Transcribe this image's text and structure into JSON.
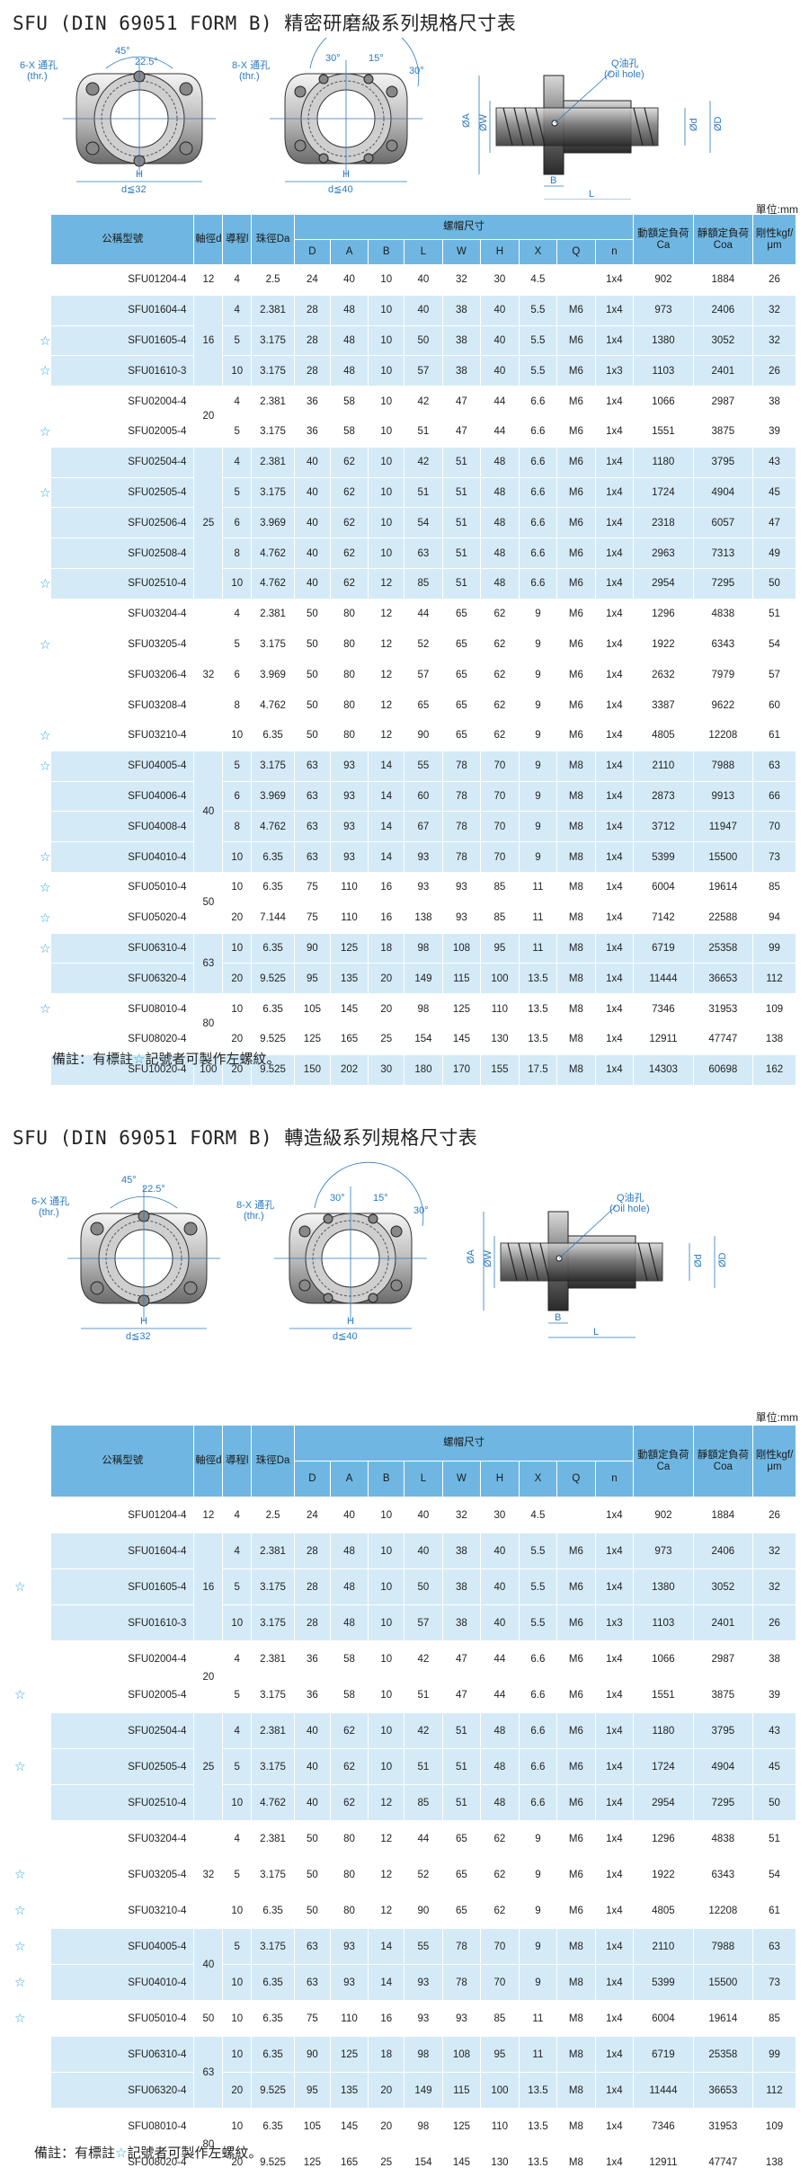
{
  "section1": {
    "title": "SFU (DIN 69051 FORM B) 精密研磨級系列規格尺寸表",
    "unit": "單位:mm",
    "note_prefix": "備註：有標註",
    "note_star": "☆",
    "note_suffix": "記號者可製作左螺紋。"
  },
  "section2": {
    "title": "SFU (DIN 69051 FORM B) 轉造級系列規格尺寸表",
    "unit": "單位:mm",
    "note_prefix": "備註：有標註",
    "note_star": "☆",
    "note_suffix": "記號者可製作左螺紋。"
  },
  "drawing_labels": {
    "thr6": "6-X 通孔",
    "thr6b": "(thr.)",
    "thr8": "8-X 通孔",
    "thr8b": "(thr.)",
    "ang45": "45°",
    "ang225": "22.5°",
    "ang30a": "30°",
    "ang15": "15°",
    "ang30b": "30°",
    "H": "H",
    "d32": "d≦32",
    "d40": "d≦40",
    "oil": "Q油孔",
    "oil2": "(Oil hole)",
    "phiA": "ØA",
    "phiW": "ØW",
    "phid": "Ød",
    "phiD": "ØD",
    "B": "B",
    "L": "L"
  },
  "headers": {
    "model": "公稱型號",
    "shaft": "軸徑d",
    "lead": "導程l",
    "ball": "珠徑Da",
    "nut": "螺帽尺寸",
    "cols": [
      "D",
      "A",
      "B",
      "L",
      "W",
      "H",
      "X",
      "Q",
      "n"
    ],
    "ca": "動額定負荷Ca",
    "coa": "靜額定負荷Coa",
    "rig": "剛性kgf/μm"
  },
  "table1": [
    {
      "model": "SFU01204-4",
      "d": "12",
      "l": "4",
      "da": "2.5",
      "D": "24",
      "A": "40",
      "B": "10",
      "L": "40",
      "W": "32",
      "H": "30",
      "X": "4.5",
      "Q": "",
      "n": "1x4",
      "ca": "902",
      "coa": "1884",
      "rig": "26",
      "star": false
    },
    {
      "model": "SFU01604-4",
      "d": "16",
      "l": "4",
      "da": "2.381",
      "D": "28",
      "A": "48",
      "B": "10",
      "L": "40",
      "W": "38",
      "H": "40",
      "X": "5.5",
      "Q": "M6",
      "n": "1x4",
      "ca": "973",
      "coa": "2406",
      "rig": "32",
      "star": false
    },
    {
      "model": "SFU01605-4",
      "d": "",
      "l": "5",
      "da": "3.175",
      "D": "28",
      "A": "48",
      "B": "10",
      "L": "50",
      "W": "38",
      "H": "40",
      "X": "5.5",
      "Q": "M6",
      "n": "1x4",
      "ca": "1380",
      "coa": "3052",
      "rig": "32",
      "star": true
    },
    {
      "model": "SFU01610-3",
      "d": "",
      "l": "10",
      "da": "3.175",
      "D": "28",
      "A": "48",
      "B": "10",
      "L": "57",
      "W": "38",
      "H": "40",
      "X": "5.5",
      "Q": "M6",
      "n": "1x3",
      "ca": "1103",
      "coa": "2401",
      "rig": "26",
      "star": true
    },
    {
      "model": "SFU02004-4",
      "d": "20",
      "l": "4",
      "da": "2.381",
      "D": "36",
      "A": "58",
      "B": "10",
      "L": "42",
      "W": "47",
      "H": "44",
      "X": "6.6",
      "Q": "M6",
      "n": "1x4",
      "ca": "1066",
      "coa": "2987",
      "rig": "38",
      "star": false
    },
    {
      "model": "SFU02005-4",
      "d": "",
      "l": "5",
      "da": "3.175",
      "D": "36",
      "A": "58",
      "B": "10",
      "L": "51",
      "W": "47",
      "H": "44",
      "X": "6.6",
      "Q": "M6",
      "n": "1x4",
      "ca": "1551",
      "coa": "3875",
      "rig": "39",
      "star": true
    },
    {
      "model": "SFU02504-4",
      "d": "25",
      "l": "4",
      "da": "2.381",
      "D": "40",
      "A": "62",
      "B": "10",
      "L": "42",
      "W": "51",
      "H": "48",
      "X": "6.6",
      "Q": "M6",
      "n": "1x4",
      "ca": "1180",
      "coa": "3795",
      "rig": "43",
      "star": false
    },
    {
      "model": "SFU02505-4",
      "d": "",
      "l": "5",
      "da": "3.175",
      "D": "40",
      "A": "62",
      "B": "10",
      "L": "51",
      "W": "51",
      "H": "48",
      "X": "6.6",
      "Q": "M6",
      "n": "1x4",
      "ca": "1724",
      "coa": "4904",
      "rig": "45",
      "star": true
    },
    {
      "model": "SFU02506-4",
      "d": "",
      "l": "6",
      "da": "3.969",
      "D": "40",
      "A": "62",
      "B": "10",
      "L": "54",
      "W": "51",
      "H": "48",
      "X": "6.6",
      "Q": "M6",
      "n": "1x4",
      "ca": "2318",
      "coa": "6057",
      "rig": "47",
      "star": false
    },
    {
      "model": "SFU02508-4",
      "d": "",
      "l": "8",
      "da": "4.762",
      "D": "40",
      "A": "62",
      "B": "10",
      "L": "63",
      "W": "51",
      "H": "48",
      "X": "6.6",
      "Q": "M6",
      "n": "1x4",
      "ca": "2963",
      "coa": "7313",
      "rig": "49",
      "star": false
    },
    {
      "model": "SFU02510-4",
      "d": "",
      "l": "10",
      "da": "4.762",
      "D": "40",
      "A": "62",
      "B": "12",
      "L": "85",
      "W": "51",
      "H": "48",
      "X": "6.6",
      "Q": "M6",
      "n": "1x4",
      "ca": "2954",
      "coa": "7295",
      "rig": "50",
      "star": true
    },
    {
      "model": "SFU03204-4",
      "d": "32",
      "l": "4",
      "da": "2.381",
      "D": "50",
      "A": "80",
      "B": "12",
      "L": "44",
      "W": "65",
      "H": "62",
      "X": "9",
      "Q": "M6",
      "n": "1x4",
      "ca": "1296",
      "coa": "4838",
      "rig": "51",
      "star": false
    },
    {
      "model": "SFU03205-4",
      "d": "",
      "l": "5",
      "da": "3.175",
      "D": "50",
      "A": "80",
      "B": "12",
      "L": "52",
      "W": "65",
      "H": "62",
      "X": "9",
      "Q": "M6",
      "n": "1x4",
      "ca": "1922",
      "coa": "6343",
      "rig": "54",
      "star": true
    },
    {
      "model": "SFU03206-4",
      "d": "",
      "l": "6",
      "da": "3.969",
      "D": "50",
      "A": "80",
      "B": "12",
      "L": "57",
      "W": "65",
      "H": "62",
      "X": "9",
      "Q": "M6",
      "n": "1x4",
      "ca": "2632",
      "coa": "7979",
      "rig": "57",
      "star": false
    },
    {
      "model": "SFU03208-4",
      "d": "",
      "l": "8",
      "da": "4.762",
      "D": "50",
      "A": "80",
      "B": "12",
      "L": "65",
      "W": "65",
      "H": "62",
      "X": "9",
      "Q": "M6",
      "n": "1x4",
      "ca": "3387",
      "coa": "9622",
      "rig": "60",
      "star": false
    },
    {
      "model": "SFU03210-4",
      "d": "",
      "l": "10",
      "da": "6.35",
      "D": "50",
      "A": "80",
      "B": "12",
      "L": "90",
      "W": "65",
      "H": "62",
      "X": "9",
      "Q": "M6",
      "n": "1x4",
      "ca": "4805",
      "coa": "12208",
      "rig": "61",
      "star": true
    },
    {
      "model": "SFU04005-4",
      "d": "40",
      "l": "5",
      "da": "3.175",
      "D": "63",
      "A": "93",
      "B": "14",
      "L": "55",
      "W": "78",
      "H": "70",
      "X": "9",
      "Q": "M8",
      "n": "1x4",
      "ca": "2110",
      "coa": "7988",
      "rig": "63",
      "star": true
    },
    {
      "model": "SFU04006-4",
      "d": "",
      "l": "6",
      "da": "3.969",
      "D": "63",
      "A": "93",
      "B": "14",
      "L": "60",
      "W": "78",
      "H": "70",
      "X": "9",
      "Q": "M8",
      "n": "1x4",
      "ca": "2873",
      "coa": "9913",
      "rig": "66",
      "star": false
    },
    {
      "model": "SFU04008-4",
      "d": "",
      "l": "8",
      "da": "4.762",
      "D": "63",
      "A": "93",
      "B": "14",
      "L": "67",
      "W": "78",
      "H": "70",
      "X": "9",
      "Q": "M8",
      "n": "1x4",
      "ca": "3712",
      "coa": "11947",
      "rig": "70",
      "star": false
    },
    {
      "model": "SFU04010-4",
      "d": "",
      "l": "10",
      "da": "6.35",
      "D": "63",
      "A": "93",
      "B": "14",
      "L": "93",
      "W": "78",
      "H": "70",
      "X": "9",
      "Q": "M8",
      "n": "1x4",
      "ca": "5399",
      "coa": "15500",
      "rig": "73",
      "star": true
    },
    {
      "model": "SFU05010-4",
      "d": "50",
      "l": "10",
      "da": "6.35",
      "D": "75",
      "A": "110",
      "B": "16",
      "L": "93",
      "W": "93",
      "H": "85",
      "X": "11",
      "Q": "M8",
      "n": "1x4",
      "ca": "6004",
      "coa": "19614",
      "rig": "85",
      "star": true
    },
    {
      "model": "SFU05020-4",
      "d": "",
      "l": "20",
      "da": "7.144",
      "D": "75",
      "A": "110",
      "B": "16",
      "L": "138",
      "W": "93",
      "H": "85",
      "X": "11",
      "Q": "M8",
      "n": "1x4",
      "ca": "7142",
      "coa": "22588",
      "rig": "94",
      "star": true
    },
    {
      "model": "SFU06310-4",
      "d": "63",
      "l": "10",
      "da": "6.35",
      "D": "90",
      "A": "125",
      "B": "18",
      "L": "98",
      "W": "108",
      "H": "95",
      "X": "11",
      "Q": "M8",
      "n": "1x4",
      "ca": "6719",
      "coa": "25358",
      "rig": "99",
      "star": true
    },
    {
      "model": "SFU06320-4",
      "d": "",
      "l": "20",
      "da": "9.525",
      "D": "95",
      "A": "135",
      "B": "20",
      "L": "149",
      "W": "115",
      "H": "100",
      "X": "13.5",
      "Q": "M8",
      "n": "1x4",
      "ca": "11444",
      "coa": "36653",
      "rig": "112",
      "star": false
    },
    {
      "model": "SFU08010-4",
      "d": "80",
      "l": "10",
      "da": "6.35",
      "D": "105",
      "A": "145",
      "B": "20",
      "L": "98",
      "W": "125",
      "H": "110",
      "X": "13.5",
      "Q": "M8",
      "n": "1x4",
      "ca": "7346",
      "coa": "31953",
      "rig": "109",
      "star": true
    },
    {
      "model": "SFU08020-4",
      "d": "",
      "l": "20",
      "da": "9.525",
      "D": "125",
      "A": "165",
      "B": "25",
      "L": "154",
      "W": "145",
      "H": "130",
      "X": "13.5",
      "Q": "M8",
      "n": "1x4",
      "ca": "12911",
      "coa": "47747",
      "rig": "138",
      "star": false
    },
    {
      "model": "SFU10020-4",
      "d": "100",
      "l": "20",
      "da": "9.525",
      "D": "150",
      "A": "202",
      "B": "30",
      "L": "180",
      "W": "170",
      "H": "155",
      "X": "17.5",
      "Q": "M8",
      "n": "1x4",
      "ca": "14303",
      "coa": "60698",
      "rig": "162",
      "star": false
    }
  ],
  "table2": [
    {
      "model": "SFU01204-4",
      "d": "12",
      "l": "4",
      "da": "2.5",
      "D": "24",
      "A": "40",
      "B": "10",
      "L": "40",
      "W": "32",
      "H": "30",
      "X": "4.5",
      "Q": "",
      "n": "1x4",
      "ca": "902",
      "coa": "1884",
      "rig": "26",
      "star": false
    },
    {
      "model": "SFU01604-4",
      "d": "16",
      "l": "4",
      "da": "2.381",
      "D": "28",
      "A": "48",
      "B": "10",
      "L": "40",
      "W": "38",
      "H": "40",
      "X": "5.5",
      "Q": "M6",
      "n": "1x4",
      "ca": "973",
      "coa": "2406",
      "rig": "32",
      "star": false
    },
    {
      "model": "SFU01605-4",
      "d": "",
      "l": "5",
      "da": "3.175",
      "D": "28",
      "A": "48",
      "B": "10",
      "L": "50",
      "W": "38",
      "H": "40",
      "X": "5.5",
      "Q": "M6",
      "n": "1x4",
      "ca": "1380",
      "coa": "3052",
      "rig": "32",
      "star": true
    },
    {
      "model": "SFU01610-3",
      "d": "",
      "l": "10",
      "da": "3.175",
      "D": "28",
      "A": "48",
      "B": "10",
      "L": "57",
      "W": "38",
      "H": "40",
      "X": "5.5",
      "Q": "M6",
      "n": "1x3",
      "ca": "1103",
      "coa": "2401",
      "rig": "26",
      "star": false
    },
    {
      "model": "SFU02004-4",
      "d": "20",
      "l": "4",
      "da": "2.381",
      "D": "36",
      "A": "58",
      "B": "10",
      "L": "42",
      "W": "47",
      "H": "44",
      "X": "6.6",
      "Q": "M6",
      "n": "1x4",
      "ca": "1066",
      "coa": "2987",
      "rig": "38",
      "star": false
    },
    {
      "model": "SFU02005-4",
      "d": "",
      "l": "5",
      "da": "3.175",
      "D": "36",
      "A": "58",
      "B": "10",
      "L": "51",
      "W": "47",
      "H": "44",
      "X": "6.6",
      "Q": "M6",
      "n": "1x4",
      "ca": "1551",
      "coa": "3875",
      "rig": "39",
      "star": true
    },
    {
      "model": "SFU02504-4",
      "d": "25",
      "l": "4",
      "da": "2.381",
      "D": "40",
      "A": "62",
      "B": "10",
      "L": "42",
      "W": "51",
      "H": "48",
      "X": "6.6",
      "Q": "M6",
      "n": "1x4",
      "ca": "1180",
      "coa": "3795",
      "rig": "43",
      "star": false
    },
    {
      "model": "SFU02505-4",
      "d": "",
      "l": "5",
      "da": "3.175",
      "D": "40",
      "A": "62",
      "B": "10",
      "L": "51",
      "W": "51",
      "H": "48",
      "X": "6.6",
      "Q": "M6",
      "n": "1x4",
      "ca": "1724",
      "coa": "4904",
      "rig": "45",
      "star": true
    },
    {
      "model": "SFU02510-4",
      "d": "",
      "l": "10",
      "da": "4.762",
      "D": "40",
      "A": "62",
      "B": "12",
      "L": "85",
      "W": "51",
      "H": "48",
      "X": "6.6",
      "Q": "M6",
      "n": "1x4",
      "ca": "2954",
      "coa": "7295",
      "rig": "50",
      "star": false
    },
    {
      "model": "SFU03204-4",
      "d": "32",
      "l": "4",
      "da": "2.381",
      "D": "50",
      "A": "80",
      "B": "12",
      "L": "44",
      "W": "65",
      "H": "62",
      "X": "9",
      "Q": "M6",
      "n": "1x4",
      "ca": "1296",
      "coa": "4838",
      "rig": "51",
      "star": false
    },
    {
      "model": "SFU03205-4",
      "d": "",
      "l": "5",
      "da": "3.175",
      "D": "50",
      "A": "80",
      "B": "12",
      "L": "52",
      "W": "65",
      "H": "62",
      "X": "9",
      "Q": "M6",
      "n": "1x4",
      "ca": "1922",
      "coa": "6343",
      "rig": "54",
      "star": true
    },
    {
      "model": "SFU03210-4",
      "d": "",
      "l": "10",
      "da": "6.35",
      "D": "50",
      "A": "80",
      "B": "12",
      "L": "90",
      "W": "65",
      "H": "62",
      "X": "9",
      "Q": "M6",
      "n": "1x4",
      "ca": "4805",
      "coa": "12208",
      "rig": "61",
      "star": true
    },
    {
      "model": "SFU04005-4",
      "d": "40",
      "l": "5",
      "da": "3.175",
      "D": "63",
      "A": "93",
      "B": "14",
      "L": "55",
      "W": "78",
      "H": "70",
      "X": "9",
      "Q": "M8",
      "n": "1x4",
      "ca": "2110",
      "coa": "7988",
      "rig": "63",
      "star": true
    },
    {
      "model": "SFU04010-4",
      "d": "",
      "l": "10",
      "da": "6.35",
      "D": "63",
      "A": "93",
      "B": "14",
      "L": "93",
      "W": "78",
      "H": "70",
      "X": "9",
      "Q": "M8",
      "n": "1x4",
      "ca": "5399",
      "coa": "15500",
      "rig": "73",
      "star": true
    },
    {
      "model": "SFU05010-4",
      "d": "50",
      "l": "10",
      "da": "6.35",
      "D": "75",
      "A": "110",
      "B": "16",
      "L": "93",
      "W": "93",
      "H": "85",
      "X": "11",
      "Q": "M8",
      "n": "1x4",
      "ca": "6004",
      "coa": "19614",
      "rig": "85",
      "star": true
    },
    {
      "model": "SFU06310-4",
      "d": "63",
      "l": "10",
      "da": "6.35",
      "D": "90",
      "A": "125",
      "B": "18",
      "L": "98",
      "W": "108",
      "H": "95",
      "X": "11",
      "Q": "M8",
      "n": "1x4",
      "ca": "6719",
      "coa": "25358",
      "rig": "99",
      "star": false
    },
    {
      "model": "SFU06320-4",
      "d": "",
      "l": "20",
      "da": "9.525",
      "D": "95",
      "A": "135",
      "B": "20",
      "L": "149",
      "W": "115",
      "H": "100",
      "X": "13.5",
      "Q": "M8",
      "n": "1x4",
      "ca": "11444",
      "coa": "36653",
      "rig": "112",
      "star": false
    },
    {
      "model": "SFU08010-4",
      "d": "80",
      "l": "10",
      "da": "6.35",
      "D": "105",
      "A": "145",
      "B": "20",
      "L": "98",
      "W": "125",
      "H": "110",
      "X": "13.5",
      "Q": "M8",
      "n": "1x4",
      "ca": "7346",
      "coa": "31953",
      "rig": "109",
      "star": false
    },
    {
      "model": "SFU08020-4",
      "d": "",
      "l": "20",
      "da": "9.525",
      "D": "125",
      "A": "165",
      "B": "25",
      "L": "154",
      "W": "145",
      "H": "130",
      "X": "13.5",
      "Q": "M8",
      "n": "1x4",
      "ca": "12911",
      "coa": "47747",
      "rig": "138",
      "star": false
    }
  ]
}
